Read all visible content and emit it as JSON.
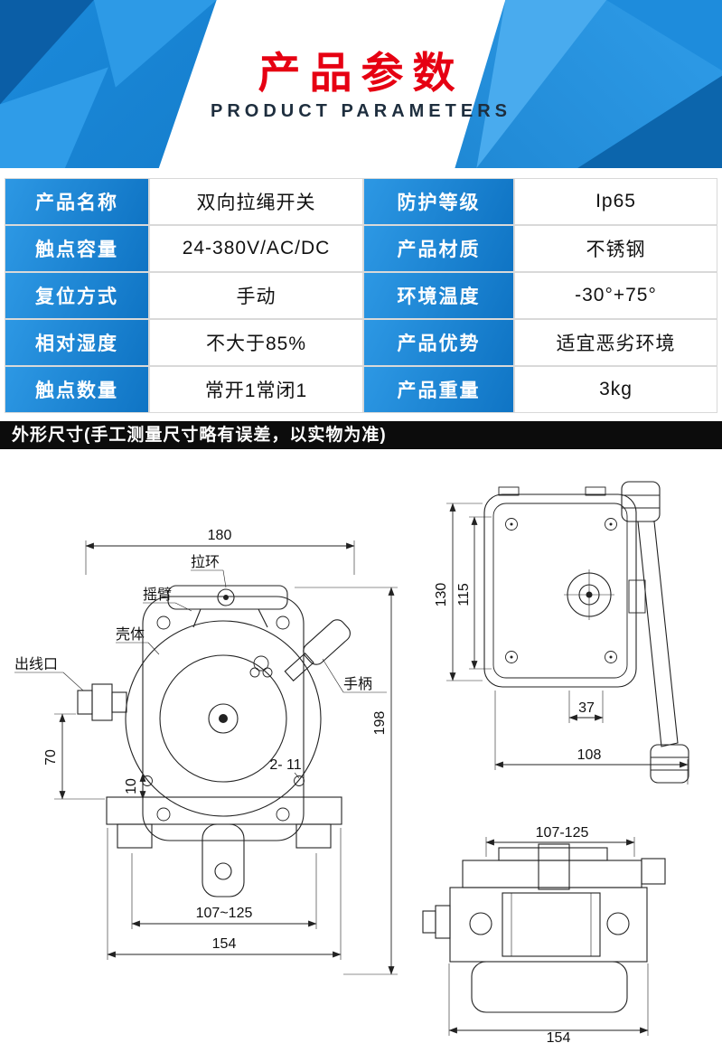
{
  "header": {
    "title": "产品参数",
    "subtitle": "PRODUCT PARAMETERS"
  },
  "table": {
    "rows": [
      {
        "label1": "产品名称",
        "value1": "双向拉绳开关",
        "label2": "防护等级",
        "value2": "Ip65"
      },
      {
        "label1": "触点容量",
        "value1": "24-380V/AC/DC",
        "label2": "产品材质",
        "value2": "不锈钢"
      },
      {
        "label1": "复位方式",
        "value1": "手动",
        "label2": "环境温度",
        "value2": "-30°+75°"
      },
      {
        "label1": "相对湿度",
        "value1": "不大于85%",
        "label2": "产品优势",
        "value2": "适宜恶劣环境"
      },
      {
        "label1": "触点数量",
        "value1": "常开1常闭1",
        "label2": "产品重量",
        "value2": "3kg"
      }
    ]
  },
  "section": {
    "title": "外形尺寸(手工测量尺寸略有误差，以实物为准)"
  },
  "colors": {
    "accent_blue": "#1583d6",
    "title_red": "#e60012",
    "bar_black": "#0c0c0c"
  },
  "drawing": {
    "front": {
      "dim_width": "180",
      "dim_height": "198",
      "dim_left": "70",
      "dim_small": "10",
      "dim_holes_span": "107~125",
      "dim_base": "154",
      "dim_holes": "2- 11",
      "label_pull_ring": "拉环",
      "label_rocker_arm": "摇臂",
      "label_housing": "壳体",
      "label_outlet": "出线口",
      "label_handle": "手柄"
    },
    "side": {
      "dim_height_outer": "130",
      "dim_height_inner": "115",
      "dim_offset": "37",
      "dim_depth": "108"
    },
    "bottom": {
      "dim_hole_span": "107-125",
      "dim_width": "154"
    }
  }
}
